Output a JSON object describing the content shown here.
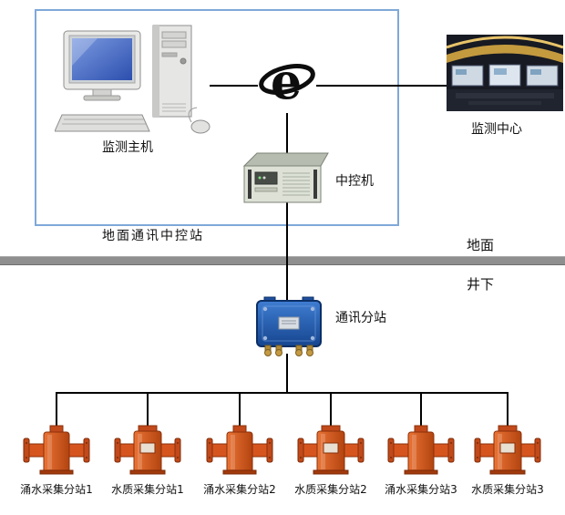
{
  "diagram": {
    "ground_box_label": "地面通讯中控站",
    "surface_label": "地面",
    "underground_label": "井下",
    "nodes": {
      "host_label": "监测主机",
      "center_label": "监测中心",
      "control_label": "中控机",
      "substation_label": "通讯分站"
    },
    "devices": [
      {
        "label": "涌水采集分站1",
        "type": "flow"
      },
      {
        "label": "水质采集分站1",
        "type": "quality"
      },
      {
        "label": "涌水采集分站2",
        "type": "flow"
      },
      {
        "label": "水质采集分站2",
        "type": "quality"
      },
      {
        "label": "涌水采集分站3",
        "type": "flow"
      },
      {
        "label": "水质采集分站3",
        "type": "quality"
      }
    ],
    "icons": [
      "host-computer-icon",
      "internet-icon",
      "monitoring-center-image",
      "control-server-icon",
      "substation-box-icon",
      "collector-device-icon"
    ],
    "colors": {
      "box_border": "#7fa8d9",
      "divider_gray": "#8f8f8f",
      "connection_line": "#000000",
      "device_orange": "#d6551f",
      "substation_blue": "#2b63b8",
      "screen_blue": "#2c4fae"
    }
  }
}
